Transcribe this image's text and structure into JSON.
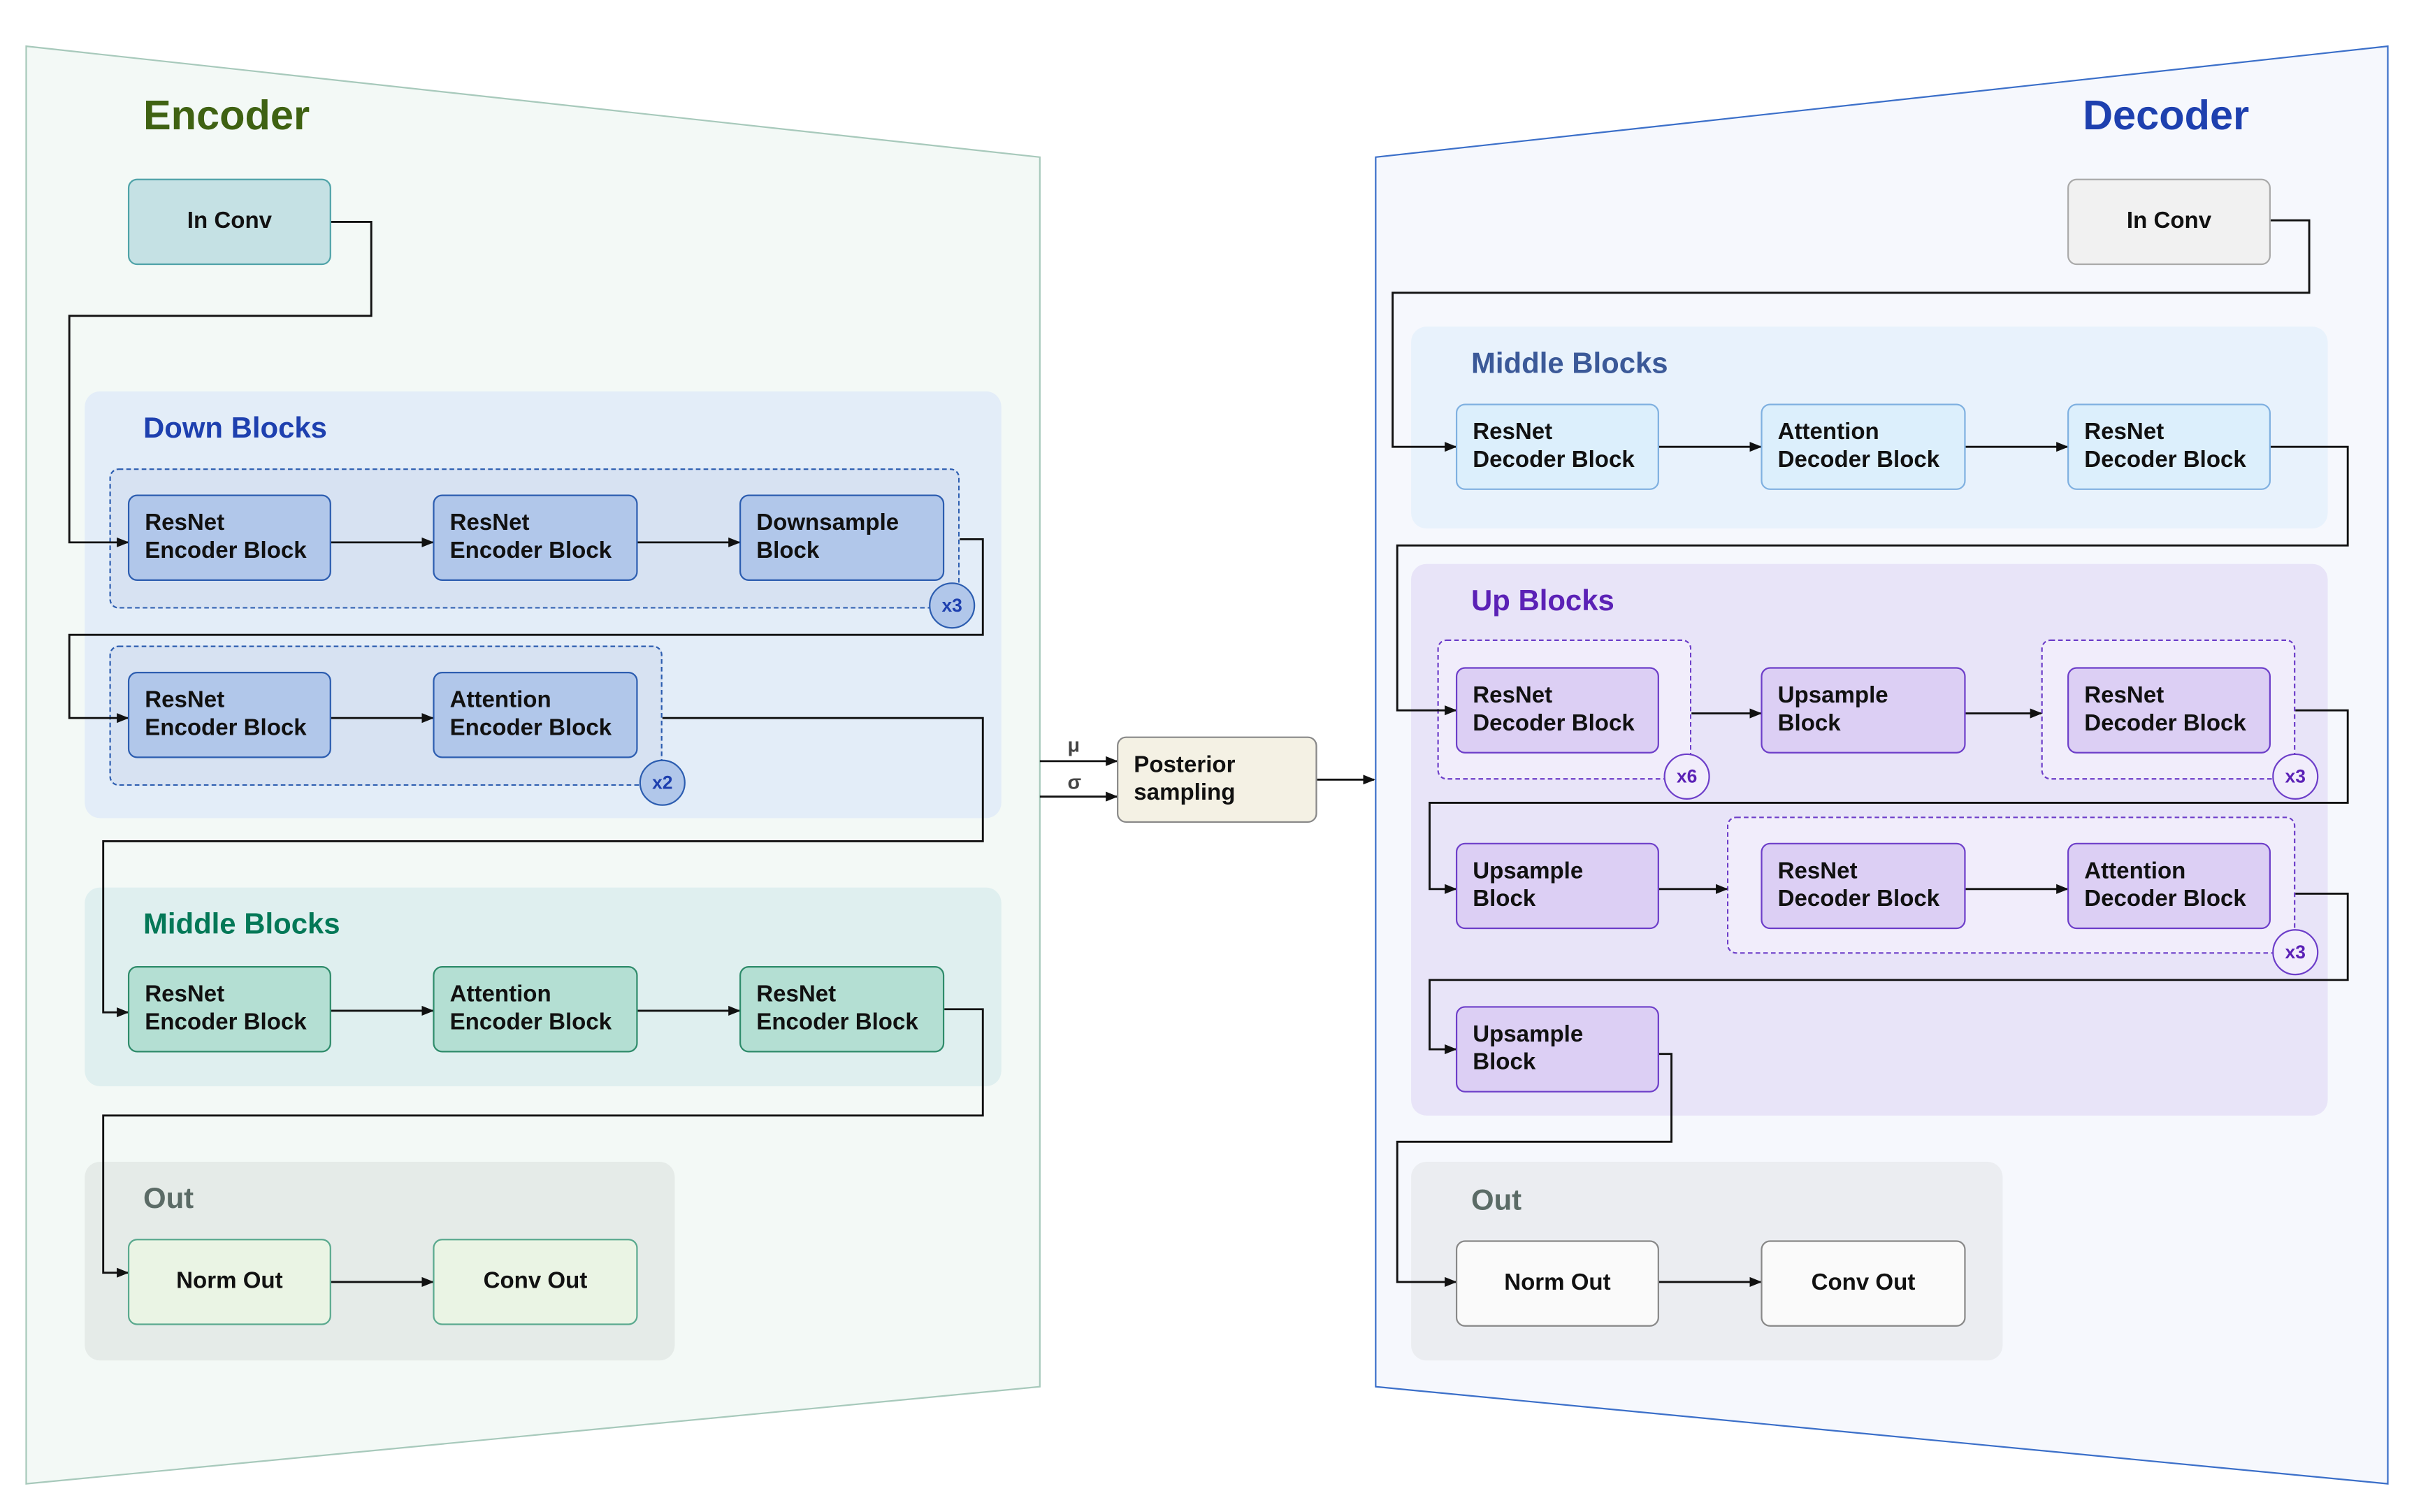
{
  "colors": {
    "encoder_title": "#3f6212",
    "decoder_title": "#1e40af",
    "down_blocks": "#1e40af",
    "enc_middle": "#047857",
    "dec_middle": "#3b5998",
    "up_blocks": "#5b21b6",
    "out": "#5b6b66"
  },
  "encoder": {
    "title": "Encoder",
    "in_conv": "In Conv",
    "down_blocks": {
      "title": "Down Blocks",
      "row1": [
        [
          "ResNet",
          "Encoder Block"
        ],
        [
          "ResNet",
          "Encoder Block"
        ],
        [
          "Downsample",
          "Block"
        ]
      ],
      "row1_repeat": "x3",
      "row2": [
        [
          "ResNet",
          "Encoder Block"
        ],
        [
          "Attention",
          "Encoder Block"
        ]
      ],
      "row2_repeat": "x2"
    },
    "middle_blocks": {
      "title": "Middle Blocks",
      "nodes": [
        [
          "ResNet",
          "Encoder Block"
        ],
        [
          "Attention",
          "Encoder Block"
        ],
        [
          "ResNet",
          "Encoder Block"
        ]
      ]
    },
    "out": {
      "title": "Out",
      "norm_out": "Norm Out",
      "conv_out": "Conv Out"
    }
  },
  "posterior": {
    "line1": "Posterior",
    "line2": "sampling",
    "mu": "μ",
    "sigma": "σ"
  },
  "decoder": {
    "title": "Decoder",
    "in_conv": "In Conv",
    "middle_blocks": {
      "title": "Middle Blocks",
      "nodes": [
        [
          "ResNet",
          "Decoder Block"
        ],
        [
          "Attention",
          "Decoder Block"
        ],
        [
          "ResNet",
          "Decoder Block"
        ]
      ]
    },
    "up_blocks": {
      "title": "Up Blocks",
      "row1": [
        [
          "ResNet",
          "Decoder Block"
        ],
        [
          "Upsample",
          "Block"
        ],
        [
          "ResNet",
          "Decoder Block"
        ]
      ],
      "row1_repeat_a": "x6",
      "row1_repeat_b": "x3",
      "row2": [
        [
          "Upsample",
          "Block"
        ],
        [
          "ResNet",
          "Decoder Block"
        ],
        [
          "Attention",
          "Decoder Block"
        ]
      ],
      "row2_repeat": "x3",
      "row3": [
        [
          "Upsample",
          "Block"
        ]
      ]
    },
    "out": {
      "title": "Out",
      "norm_out": "Norm Out",
      "conv_out": "Conv Out"
    }
  }
}
